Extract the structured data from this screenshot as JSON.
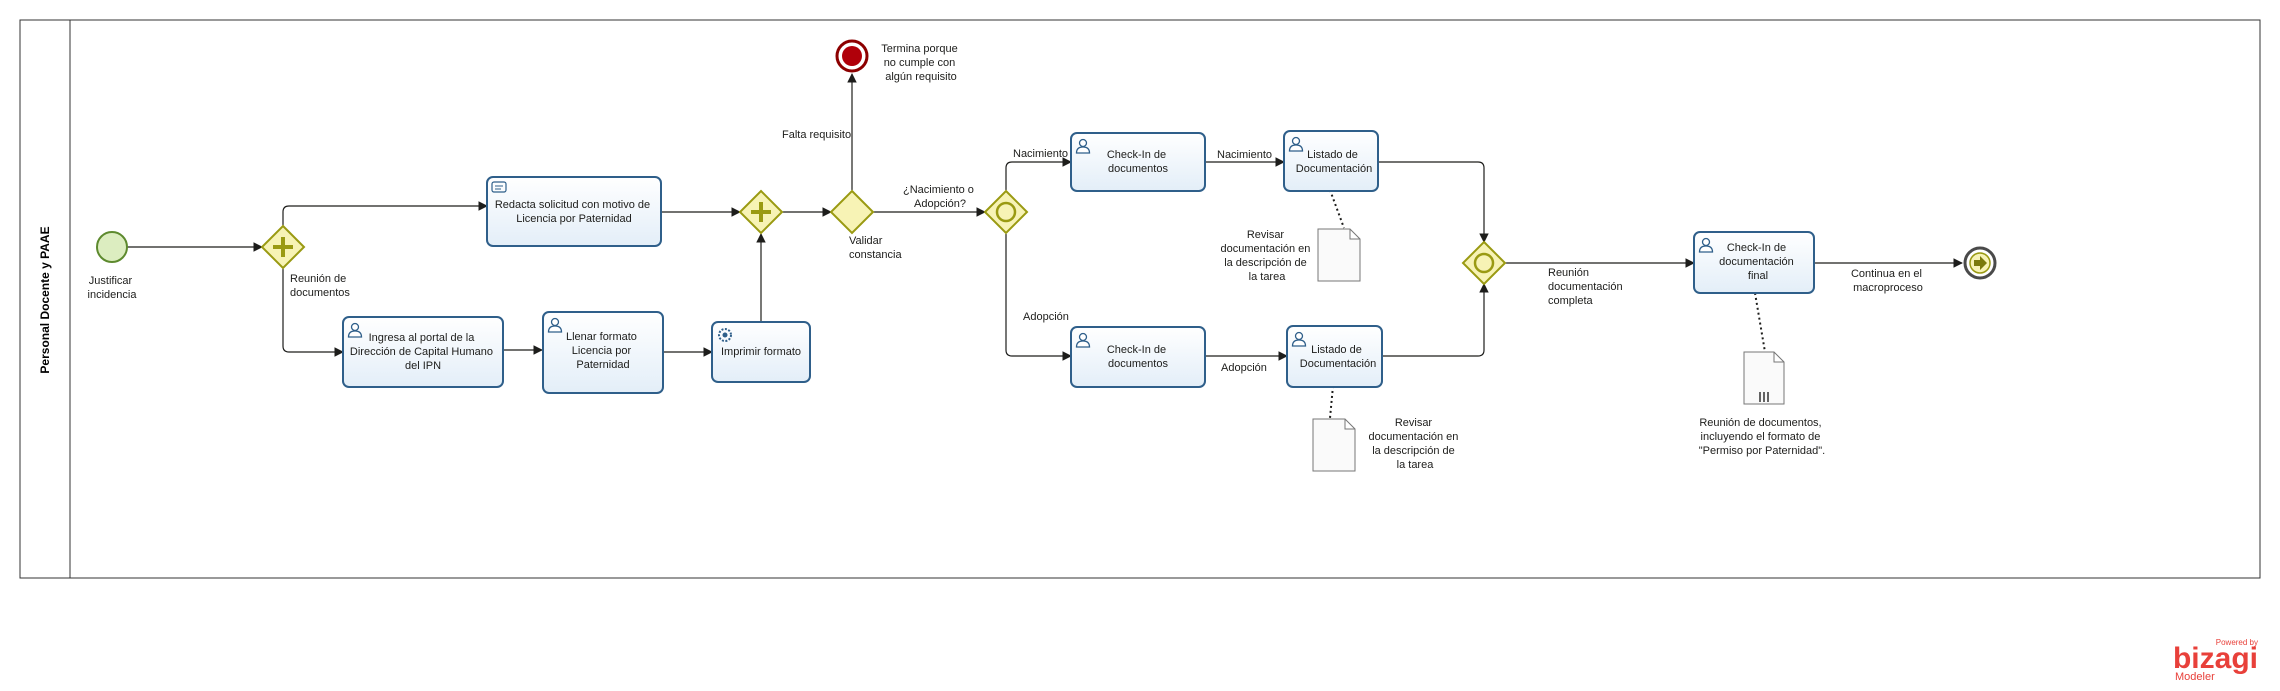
{
  "colors": {
    "task_fill": "#eef5fb",
    "task_stroke": "#2f5f8a",
    "gateway_fill": "#f7f3b5",
    "gateway_stroke": "#9a9a12",
    "start_fill": "#dcedc0",
    "start_stroke": "#5d8a2e",
    "end_stroke": "#8c0000",
    "end_fill": "#b0000a",
    "brand": "#e8403a"
  },
  "lane": {
    "label": "Personal Docente  y PAAE"
  },
  "events": {
    "start": {
      "label_lines": [
        "Justificar",
        "incidencia"
      ]
    },
    "end_error": {
      "label_lines": [
        "Termina porque",
        "no cumple con",
        "algún requisito"
      ]
    },
    "end_final": {
      "icon": "end-event-arrow-icon"
    }
  },
  "gateways": {
    "parallel_split": {
      "label_lines": [
        "Reunión de",
        "documentos"
      ]
    },
    "parallel_join": {
      "label_lines": []
    },
    "exclusive_validate": {
      "label_lines": [
        "Validar",
        "constancia"
      ]
    },
    "inclusive_split": {
      "label_lines": [
        "¿Nacimiento o",
        "Adopción?"
      ]
    },
    "inclusive_join": {
      "label_lines": [
        "Reunión",
        "documentación",
        "completa"
      ]
    }
  },
  "tasks": {
    "redacta": {
      "label_lines": [
        "Redacta solicitud con motivo de",
        "Licencia por Paternidad"
      ],
      "icon": "manual-task-icon"
    },
    "ingresa": {
      "label_lines": [
        "Ingresa al portal de la",
        "Dirección de Capital Humano",
        "del IPN"
      ],
      "icon": "user-task-icon"
    },
    "llenar": {
      "label_lines": [
        "Llenar formato",
        "Licencia por",
        "Paternidad"
      ],
      "icon": "user-task-icon"
    },
    "imprimir": {
      "label_lines": [
        "Imprimir formato"
      ],
      "icon": "service-task-icon"
    },
    "checkin_nac": {
      "label_lines": [
        "Check-In de",
        "documentos"
      ],
      "icon": "user-task-icon"
    },
    "listado_nac": {
      "label_lines": [
        "Listado de",
        "Documentación"
      ],
      "icon": "user-task-icon"
    },
    "checkin_adop": {
      "label_lines": [
        "Check-In de",
        "documentos"
      ],
      "icon": "user-task-icon"
    },
    "listado_adop": {
      "label_lines": [
        "Listado de",
        "Documentación"
      ],
      "icon": "user-task-icon"
    },
    "checkin_final": {
      "label_lines": [
        "Check-In de",
        "documentación",
        "final"
      ],
      "icon": "user-task-icon"
    }
  },
  "flows": {
    "falta_requisito": "Falta requisito",
    "nacimiento_1": "Nacimiento",
    "nacimiento_2": "Nacimiento",
    "adopcion_1": "Adopción",
    "adopcion_2": "Adopción",
    "continua": [
      "Continua en el",
      "macroproceso"
    ]
  },
  "artifacts": {
    "doc_nac": {
      "label_lines": [
        "Revisar",
        "documentación en",
        "la descripción de",
        "la tarea"
      ]
    },
    "doc_adop": {
      "label_lines": [
        "Revisar",
        "documentación en",
        "la descripción de",
        "la tarea"
      ]
    },
    "doc_final": {
      "label_lines": [
        "Reunión de documentos,",
        "incluyendo el formato de",
        "\"Permiso por Paternidad\"."
      ]
    }
  },
  "branding": {
    "powered_by": "Powered by",
    "name": "bizagi",
    "product": "Modeler"
  }
}
